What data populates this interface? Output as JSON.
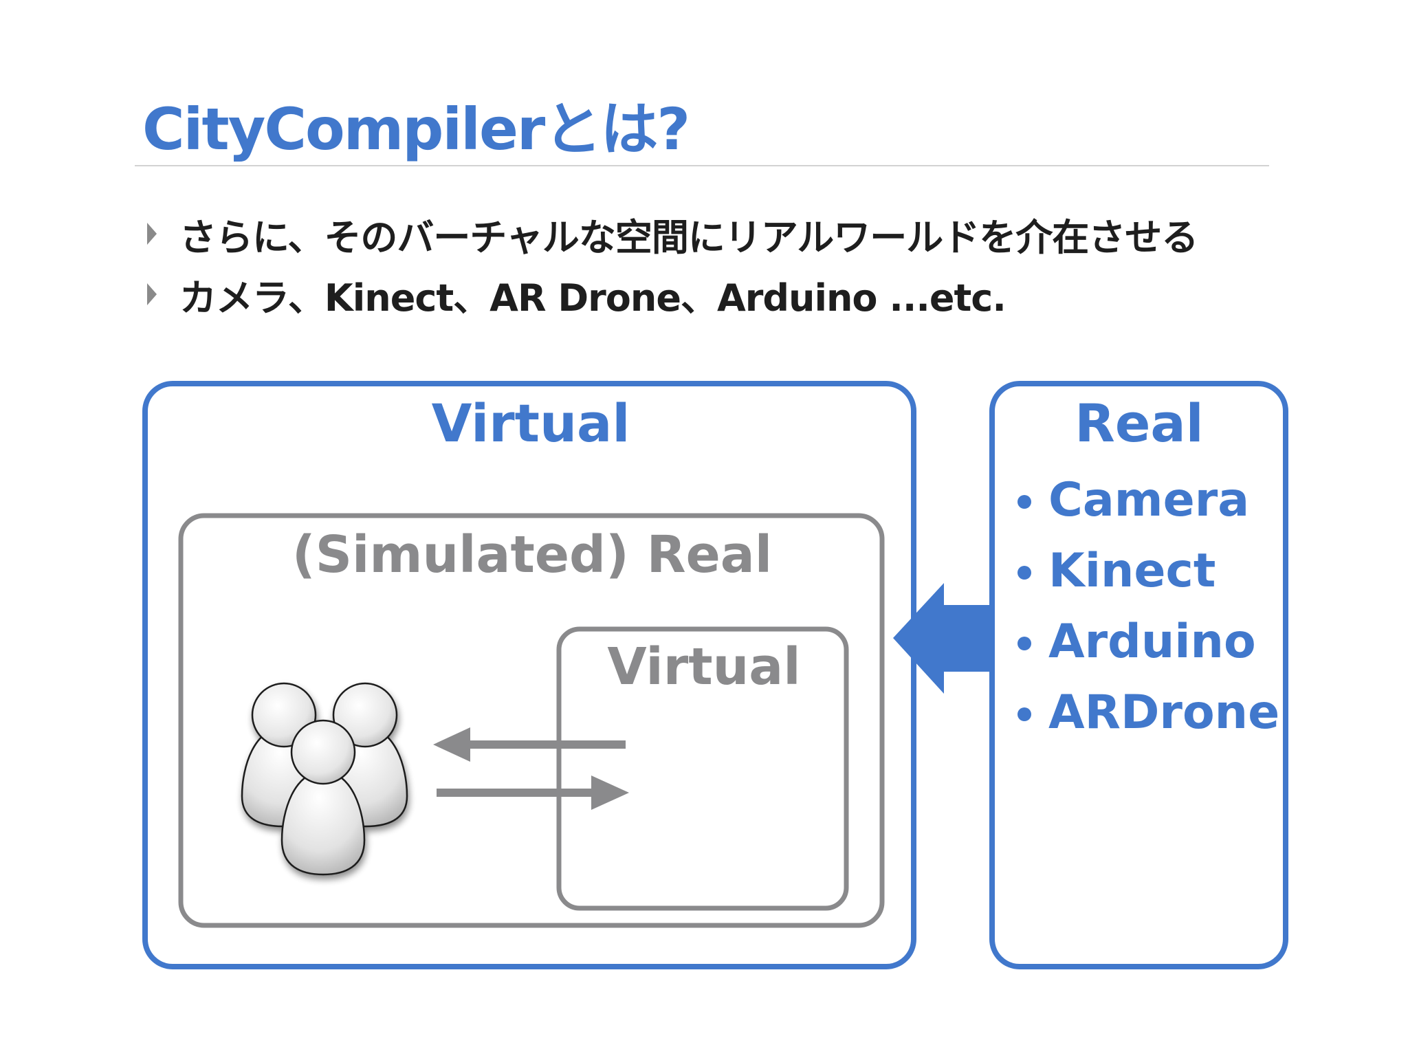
{
  "slide": {
    "title": "CityCompilerとは?",
    "bullets": [
      "さらに、そのバーチャルな空間にリアルワールドを介在させる",
      "カメラ、Kinect、AR Drone、Arduino ...etc."
    ]
  },
  "diagram": {
    "virtual_box_label": "Virtual",
    "simulated_real_box_label": "(Simulated) Real",
    "inner_virtual_box_label": "Virtual",
    "real_box_label": "Real",
    "real_items": [
      "Camera",
      "Kinect",
      "Arduino",
      "ARDrone"
    ],
    "users_icon": "users-group-icon"
  },
  "colors": {
    "accent_blue": "#4178cc",
    "gray": "#8a8a8c",
    "text": "#1e1e1e",
    "rule": "#d2d2d2"
  }
}
